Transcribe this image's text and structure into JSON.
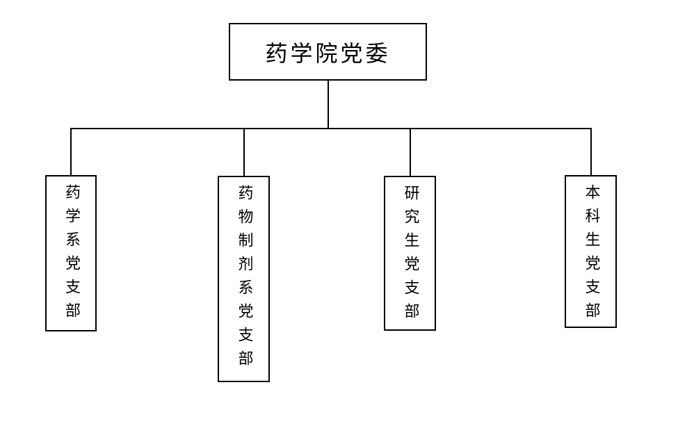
{
  "org_chart": {
    "root": {
      "label": "药学院党委"
    },
    "children": [
      {
        "label": "药学系党支部"
      },
      {
        "label": "药物制剂系党支部"
      },
      {
        "label": "研究生党支部"
      },
      {
        "label": "本科生党支部"
      }
    ]
  },
  "colors": {
    "line": "#000000",
    "box_border": "#000000",
    "background": "#ffffff",
    "text": "#000000"
  }
}
